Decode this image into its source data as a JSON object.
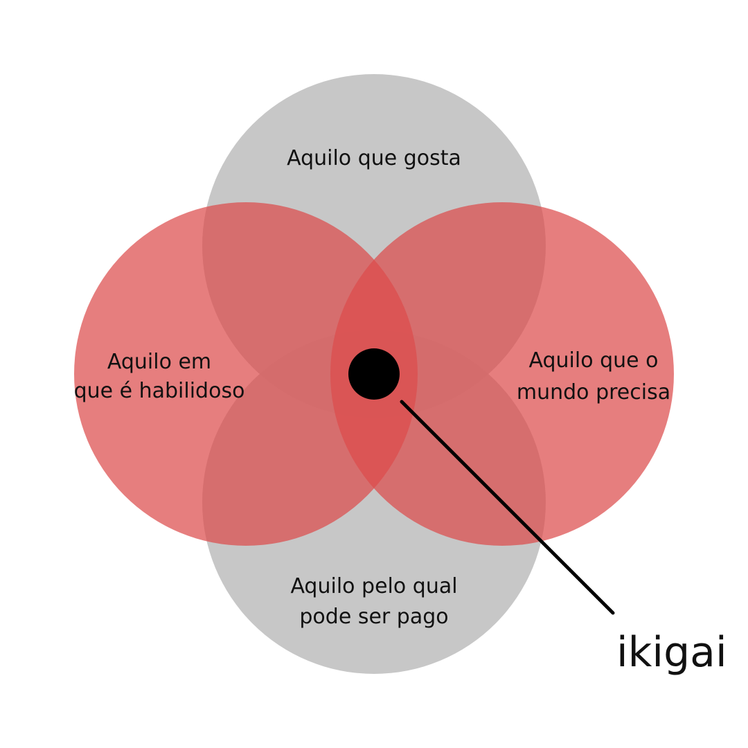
{
  "colors": {
    "background": "#ffffff",
    "gray_circle": "#bdbdbd",
    "red_circle": "#dc4c4c",
    "center_dot": "#000000",
    "leader_line": "#000000",
    "text": "#111111"
  },
  "circles": {
    "top": {
      "label_line1": "Aquilo que gosta",
      "color_role": "gray"
    },
    "bottom": {
      "label_line1": "Aquilo pelo qual",
      "label_line2": "pode ser pago",
      "color_role": "gray"
    },
    "left": {
      "label_line1": "Aquilo em",
      "label_line2": "que é habilidoso",
      "color_role": "red"
    },
    "right": {
      "label_line1": "Aquilo que o",
      "label_line2": "mundo precisa",
      "color_role": "red"
    }
  },
  "center": {
    "label": "ikigai",
    "icon": "dot-icon"
  }
}
